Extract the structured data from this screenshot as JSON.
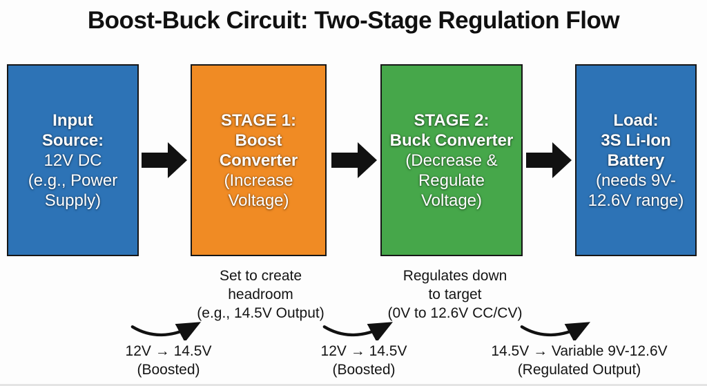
{
  "title": "Boost-Buck Circuit: Two-Stage Regulation Flow",
  "colors": {
    "input_box": "#2d73b6",
    "boost_box": "#f08b24",
    "buck_box": "#46a74a",
    "load_box": "#2d73b6",
    "arrow": "#111111",
    "text_on_box": "#ffffff",
    "annotation_text": "#141414"
  },
  "boxes": [
    {
      "bold": "Input\nSource:",
      "normal": "12V DC\n(e.g., Power\nSupply)"
    },
    {
      "bold": "STAGE 1:\nBoost\nConverter",
      "normal": "(Increase\nVoltage)"
    },
    {
      "bold": "STAGE 2:\nBuck Converter",
      "normal": "(Decrease &\nRegulate\nVoltage)"
    },
    {
      "bold": "Load:\n3S Li-Ion\nBattery",
      "normal": "(needs 9V-\n12.6V range)"
    }
  ],
  "notes": [
    {
      "text": "Set to create\nheadroom\n(e.g., 14.5V Output)"
    },
    {
      "text": "Regulates down\nto target\n(0V to 12.6V CC/CV)"
    }
  ],
  "flow_labels": [
    {
      "line1": "12V → 14.5V",
      "line2": "(Boosted)"
    },
    {
      "line1": "12V → 14.5V",
      "line2": "(Boosted)"
    },
    {
      "line1": "14.5V → Variable 9V-12.6V",
      "line2": "(Regulated Output)"
    }
  ]
}
